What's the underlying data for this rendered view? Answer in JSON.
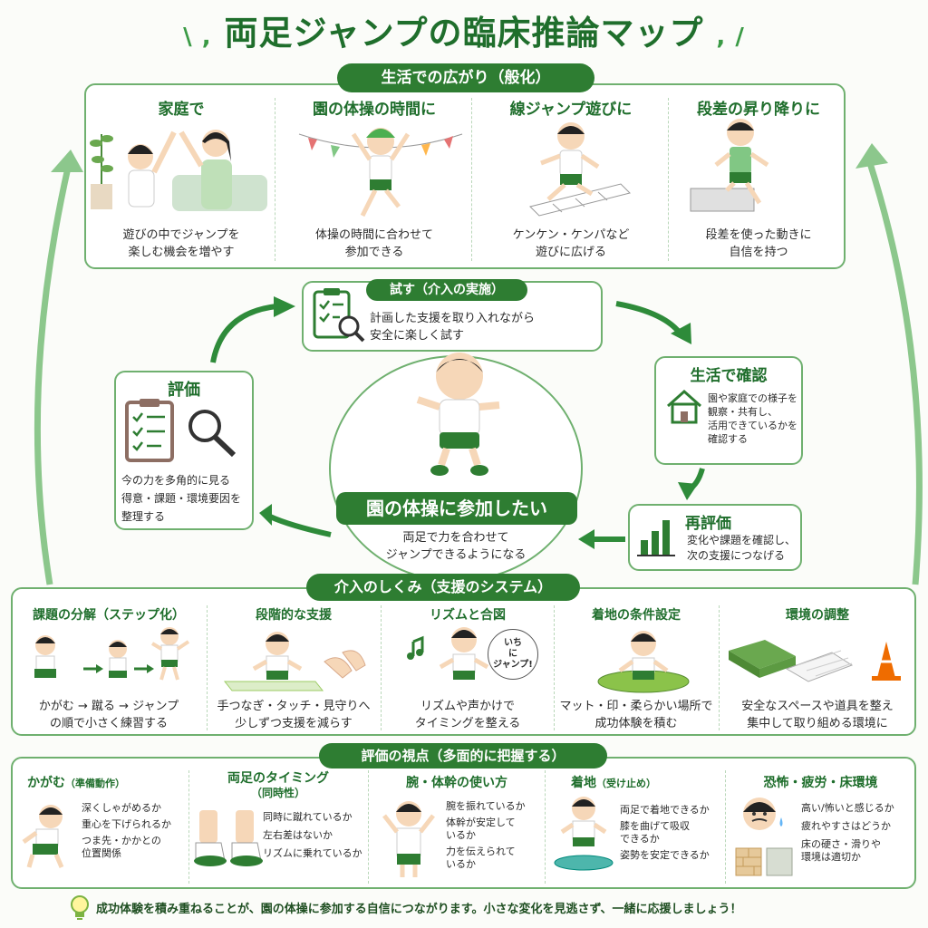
{
  "title": "両足ジャンプの臨床推論マップ",
  "generalization": {
    "header": "生活での広がり（般化）",
    "items": [
      {
        "title": "家庭で",
        "text": "遊びの中でジャンプを\n楽しむ機会を増やす"
      },
      {
        "title": "園の体操の時間に",
        "text": "体操の時間に合わせて\n参加できる"
      },
      {
        "title": "線ジャンプ遊びに",
        "text": "ケンケン・ケンパなど\n遊びに広げる"
      },
      {
        "title": "段差の昇り降りに",
        "text": "段差を使った動きに\n自信を持つ"
      }
    ]
  },
  "cycle": {
    "try": {
      "title": "試す（介入の実施）",
      "text": "計画した支援を取り入れながら\n安全に楽しく試す"
    },
    "confirm": {
      "title": "生活で確認",
      "text": "園や家庭での様子を\n観察・共有し、\n活用できているかを\n確認する"
    },
    "reeval": {
      "title": "再評価",
      "text": "変化や課題を確認し、\n次の支援につなげる"
    },
    "goal": {
      "title": "園の体操に参加したい",
      "text": "両足で力を合わせて\nジャンプできるようになる"
    },
    "eval": {
      "title": "評価",
      "text": "今の力を多角的に見る\n得意・課題・環境要因を\n整理する"
    }
  },
  "intervention": {
    "header": "介入のしくみ（支援のシステム）",
    "items": [
      {
        "title": "課題の分解（ステップ化）",
        "text": "かがむ → 蹴る → ジャンプ\nの順で小さく練習する"
      },
      {
        "title": "段階的な支援",
        "text": "手つなぎ・タッチ・見守りへ\n少しずつ支援を減らす"
      },
      {
        "title": "リズムと合図",
        "text": "リズムや声かけで\nタイミングを整える",
        "bubble": "いち\nに\nジャンプ!"
      },
      {
        "title": "着地の条件設定",
        "text": "マット・印・柔らかい場所で\n成功体験を積む"
      },
      {
        "title": "環境の調整",
        "text": "安全なスペースや道具を整え\n集中して取り組める環境に"
      }
    ]
  },
  "viewpoints": {
    "header": "評価の視点（多面的に把握する）",
    "items": [
      {
        "title": "かがむ",
        "sub": "（準備動作）",
        "bullets": [
          "深くしゃがめるか",
          "重心を下げられるか",
          "つま先・かかとの\n位置関係"
        ]
      },
      {
        "title": "両足のタイミング",
        "sub": "（同時性）",
        "bullets": [
          "同時に蹴れているか",
          "左右差はないか",
          "リズムに乗れているか"
        ]
      },
      {
        "title": "腕・体幹の使い方",
        "sub": "",
        "bullets": [
          "腕を振れているか",
          "体幹が安定して\nいるか",
          "力を伝えられて\nいるか"
        ]
      },
      {
        "title": "着地",
        "sub": "（受け止め）",
        "bullets": [
          "両足で着地できるか",
          "膝を曲げて吸収\nできるか",
          "姿勢を安定できるか"
        ]
      },
      {
        "title": "恐怖・疲労・床環境",
        "sub": "",
        "bullets": [
          "高い/怖いと感じるか",
          "疲れやすさはどうか",
          "床の硬さ・滑りや\n環境は適切か"
        ]
      }
    ]
  },
  "footer": "成功体験を積み重ねることが、園の体操に参加する自信につながります。小さな変化を見逃さず、一緒に応援しましょう！",
  "colors": {
    "primary": "#2e7d32",
    "accent": "#6fb06f",
    "arrow": "#2e8b3a"
  }
}
